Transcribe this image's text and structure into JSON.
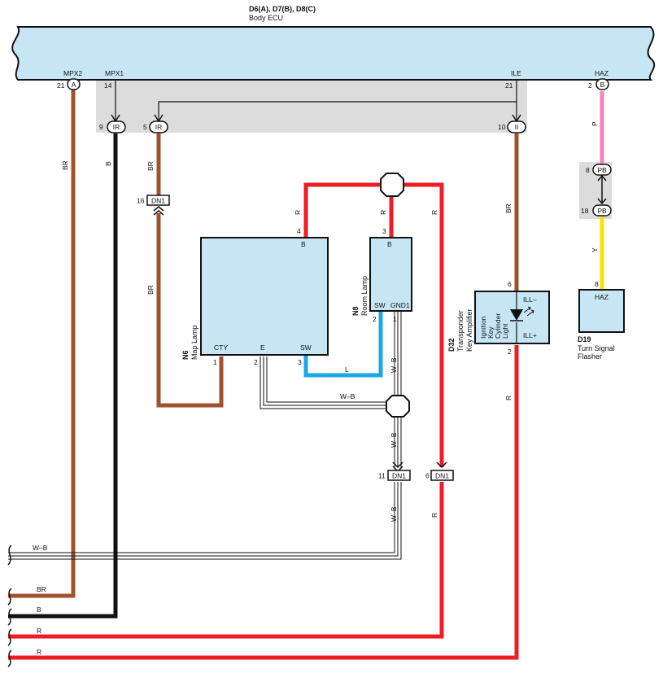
{
  "ecu": {
    "connectors": "D6(A), D7(B), D8(C)",
    "name": "Body ECU",
    "terminals": {
      "mpx2": {
        "label": "MPX2",
        "pin": "21",
        "conn": "A"
      },
      "mpx1": {
        "label": "MPX1",
        "pin": "14"
      },
      "ile": {
        "label": "ILE",
        "pin": "21"
      },
      "haz": {
        "label": "HAZ",
        "pin": "2",
        "conn": "B"
      }
    }
  },
  "junctions": {
    "ir_left": {
      "pin": "9",
      "conn": "IR"
    },
    "ir_right": {
      "pin": "5",
      "conn": "IR"
    },
    "ii": {
      "pin": "10",
      "conn": "II"
    },
    "pb_top": {
      "pin": "8",
      "conn": "PB"
    },
    "pb_bot": {
      "pin": "18",
      "conn": "PB"
    },
    "dn1_a": {
      "pin": "16",
      "conn": "DN1"
    },
    "dn1_b": {
      "pin": "11",
      "conn": "DN1"
    },
    "dn1_c": {
      "pin": "6",
      "conn": "DN1"
    }
  },
  "components": {
    "n6": {
      "id": "N6",
      "name": "Map Lamp",
      "pins": {
        "b": "4",
        "cty": "1",
        "e": "2",
        "sw": "3"
      },
      "labels": {
        "b": "B",
        "cty": "CTY",
        "e": "E",
        "sw": "SW"
      }
    },
    "n8": {
      "id": "N8",
      "name": "Room Lamp",
      "pins": {
        "b": "3",
        "sw": "2",
        "gnd": "1"
      },
      "labels": {
        "b": "B",
        "sw": "SW",
        "gnd": "GND1"
      }
    },
    "d32": {
      "id": "D32",
      "name_line1": "Transponder",
      "name_line2": "Key Amplifier",
      "lamp_lines": [
        "Ignition",
        "Key",
        "Cylinder",
        "Light"
      ],
      "pins": {
        "ill_minus": "6",
        "ill_plus": "2"
      },
      "labels": {
        "ill_minus": "ILL–",
        "ill_plus": "ILL+"
      }
    },
    "d19": {
      "id": "D19",
      "name_line1": "Turn Signal",
      "name_line2": "Flasher",
      "pin": "8",
      "label": "HAZ"
    }
  },
  "wires": {
    "br": "BR",
    "b": "B",
    "r": "R",
    "p": "P",
    "y": "Y",
    "l": "L",
    "wb": "W–B"
  },
  "colors": {
    "ecu_fill": "#c6e6f6",
    "shield": "#dcdcdc",
    "brown": "#a0522d",
    "black": "#111111",
    "red": "#ee1c25",
    "pink": "#ee88bb",
    "yellow": "#ffe000",
    "blue": "#1aa7e6"
  }
}
